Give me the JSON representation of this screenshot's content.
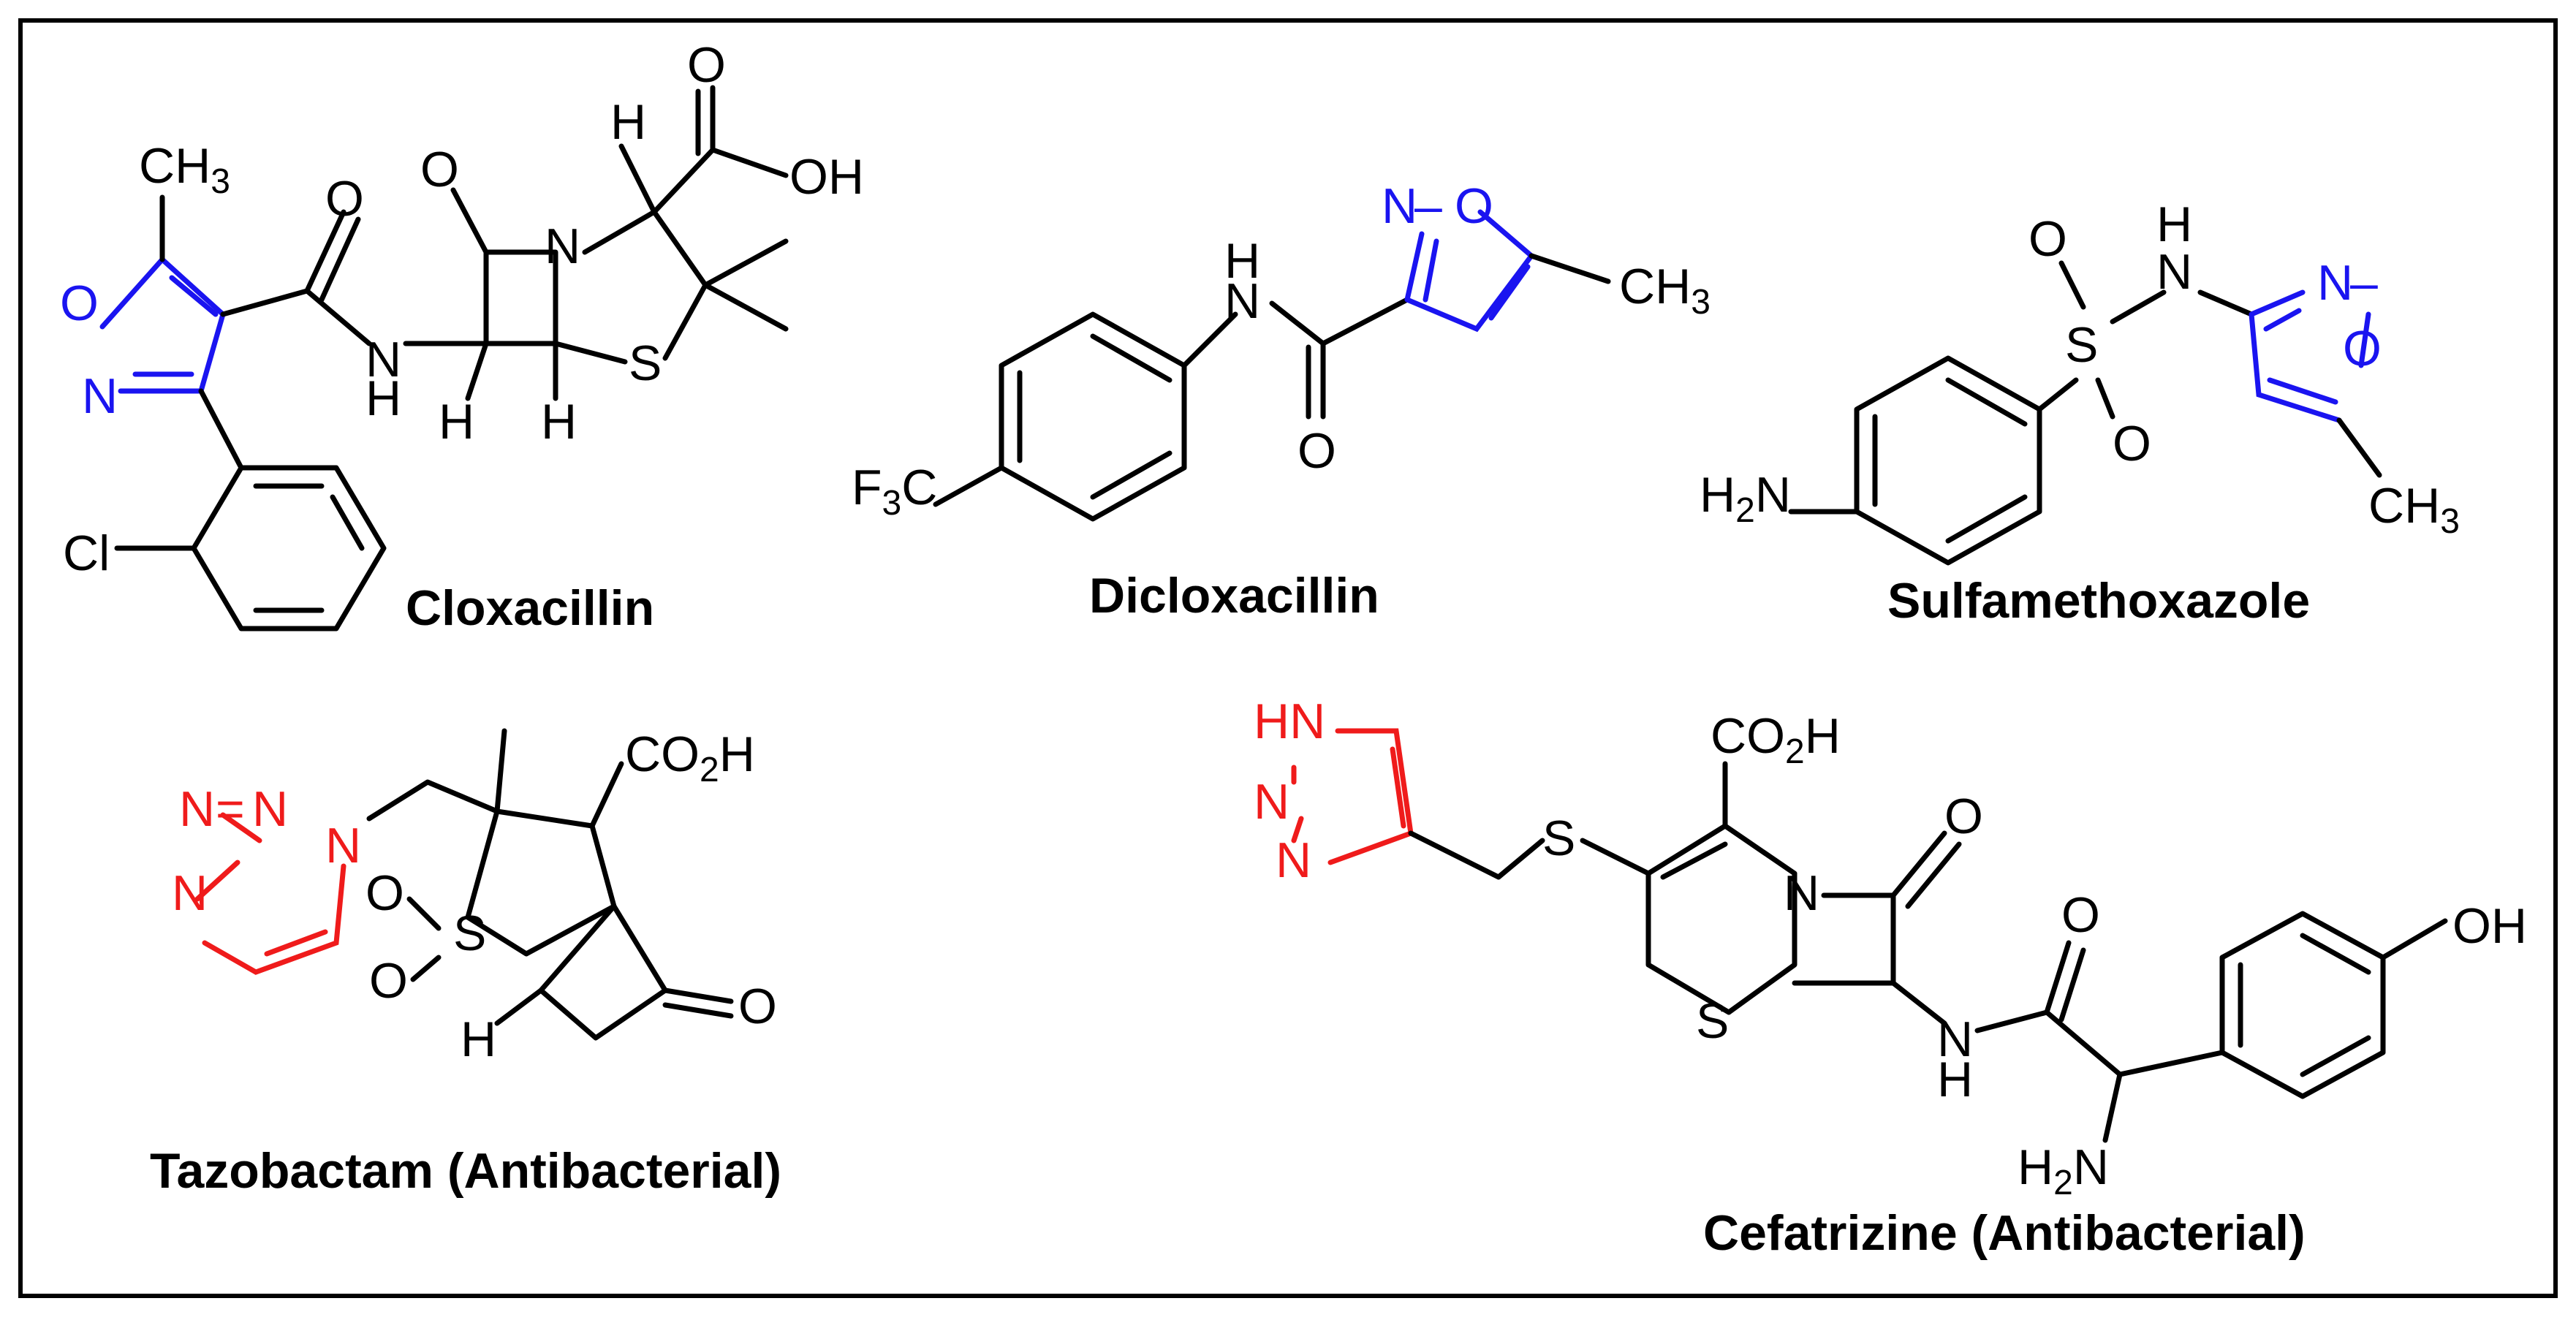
{
  "figure": {
    "colors": {
      "ink": "#000000",
      "isoxazole": "#1a14f0",
      "triazole": "#ef1b1b",
      "background": "#ffffff"
    },
    "compounds": [
      {
        "caption": "Cloxacillin"
      },
      {
        "caption": "Dicloxacillin"
      },
      {
        "caption": "Sulfamethoxazole"
      },
      {
        "caption": "Tazobactam (Antibacterial)"
      },
      {
        "caption": "Cefatrizine (Antibacterial)"
      }
    ]
  }
}
